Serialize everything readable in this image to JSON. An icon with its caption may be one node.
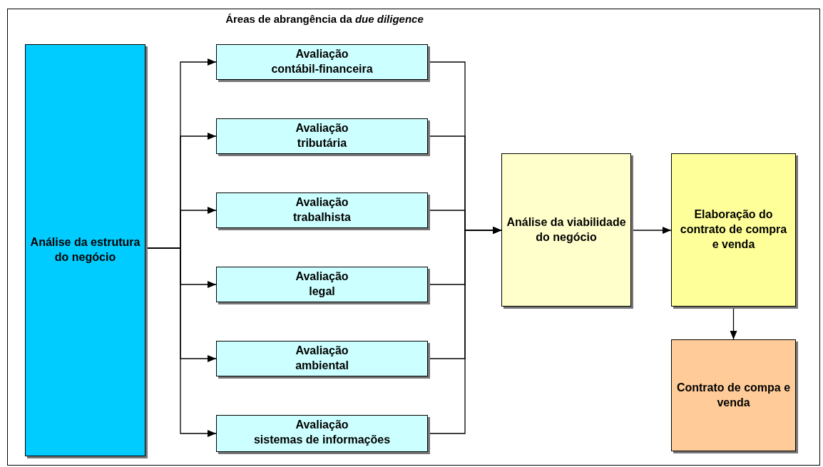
{
  "diagram": {
    "title": "Áreas de abrangência da *due diligence*",
    "nodes": [
      {
        "text": [
          "Análise da estrutura do negócio"
        ]
      },
      {
        "text": [
          "Avaliação",
          "contábil-financeira"
        ]
      },
      {
        "text": [
          "Avaliação",
          "tributária"
        ]
      },
      {
        "text": [
          "Avaliação",
          "trabalhista"
        ]
      },
      {
        "text": [
          "Avaliação",
          "legal"
        ]
      },
      {
        "text": [
          "Avaliação",
          "ambiental"
        ]
      },
      {
        "text": [
          "Avaliação",
          "sistemas de informações"
        ]
      },
      {
        "text": [
          "Análise da viabilidade do negócio"
        ]
      },
      {
        "text": [
          "Elaboração do contrato de compra e venda"
        ]
      },
      {
        "text": [
          "Contrato de compa e venda"
        ]
      }
    ],
    "edges": [
      {
        "from": 0,
        "to": 1,
        "arrow": "to"
      },
      {
        "from": 0,
        "to": 2,
        "arrow": "to"
      },
      {
        "from": 0,
        "to": 3,
        "arrow": "to"
      },
      {
        "from": 0,
        "to": 4,
        "arrow": "to"
      },
      {
        "from": 0,
        "to": 5,
        "arrow": "to"
      },
      {
        "from": 0,
        "to": 6,
        "arrow": "to"
      },
      {
        "from": 1,
        "to": 7,
        "arrow": "to"
      },
      {
        "from": 2,
        "to": 7,
        "arrow": "to"
      },
      {
        "from": 3,
        "to": 7,
        "arrow": "to"
      },
      {
        "from": 4,
        "to": 7,
        "arrow": "to"
      },
      {
        "from": 5,
        "to": 7,
        "arrow": "to"
      },
      {
        "from": 6,
        "to": 7,
        "arrow": "to"
      },
      {
        "from": 7,
        "to": 8,
        "arrow": "to"
      },
      {
        "from": 8,
        "to": 9,
        "arrow": "to"
      }
    ]
  }
}
